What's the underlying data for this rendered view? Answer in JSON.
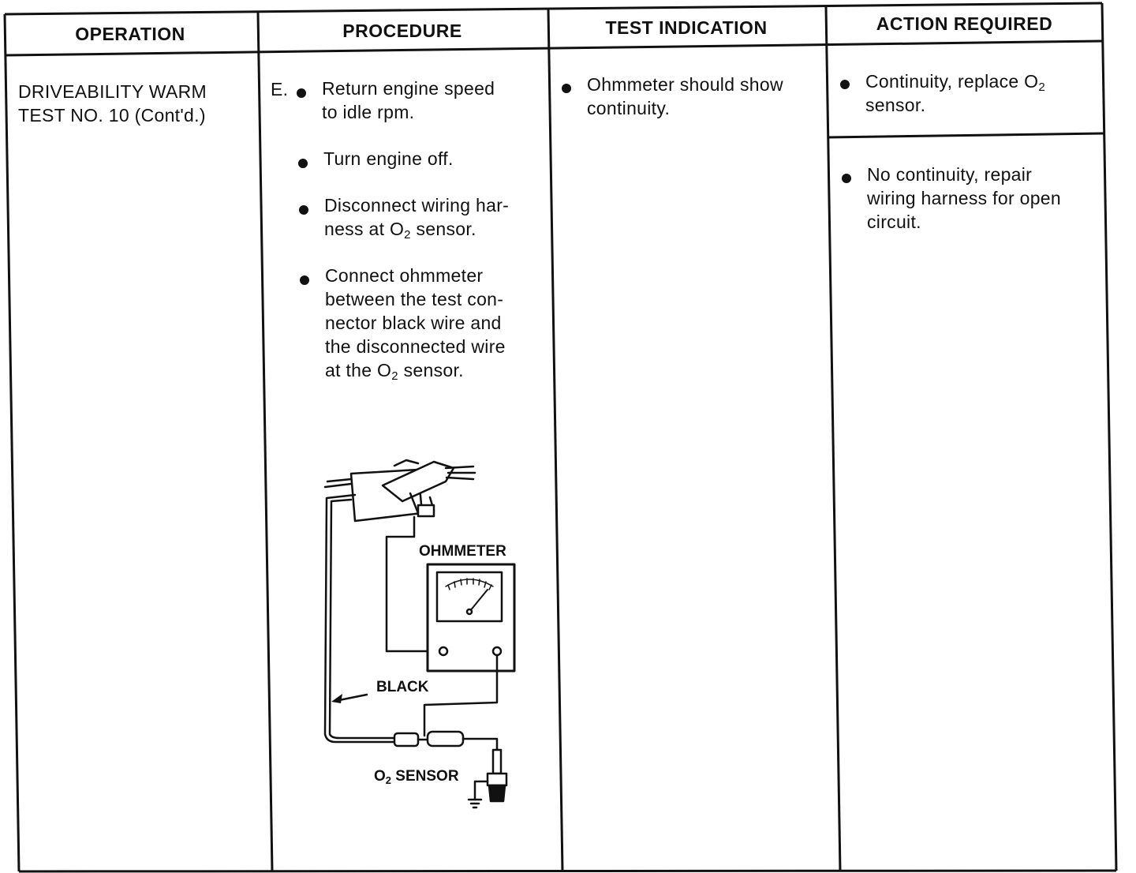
{
  "headers": {
    "operation": "OPERATION",
    "procedure": "PROCEDURE",
    "test_indication": "TEST INDICATION",
    "action_required": "ACTION REQUIRED"
  },
  "operation": {
    "line1": "DRIVEABILITY WARM",
    "line2": "TEST NO. 10 (Cont'd.)"
  },
  "procedure": {
    "step_letter": "E.",
    "steps": [
      {
        "lines": [
          "Return engine speed",
          "to idle rpm."
        ]
      },
      {
        "lines": [
          "Turn engine off."
        ]
      },
      {
        "lines": [
          "Disconnect wiring har-",
          "ness at O",
          "2",
          " sensor."
        ]
      },
      {
        "lines": [
          "Connect ohmmeter",
          "between the test con-",
          "nector black wire and",
          "the disconnected wire",
          "at the O",
          "2",
          " sensor."
        ]
      }
    ]
  },
  "test_indication": {
    "lines": [
      "Ohmmeter should show",
      "continuity."
    ]
  },
  "action_required": {
    "item1": {
      "line1": "Continuity, replace O",
      "sub": "2",
      "line2": "sensor."
    },
    "item2": {
      "lines": [
        "No continuity, repair",
        "wiring harness for open",
        "circuit."
      ]
    }
  },
  "diagram": {
    "ohmmeter_label": "OHMMETER",
    "black_label": "BLACK",
    "o2_prefix": "O",
    "o2_sub": "2",
    "o2_suffix": " SENSOR"
  }
}
